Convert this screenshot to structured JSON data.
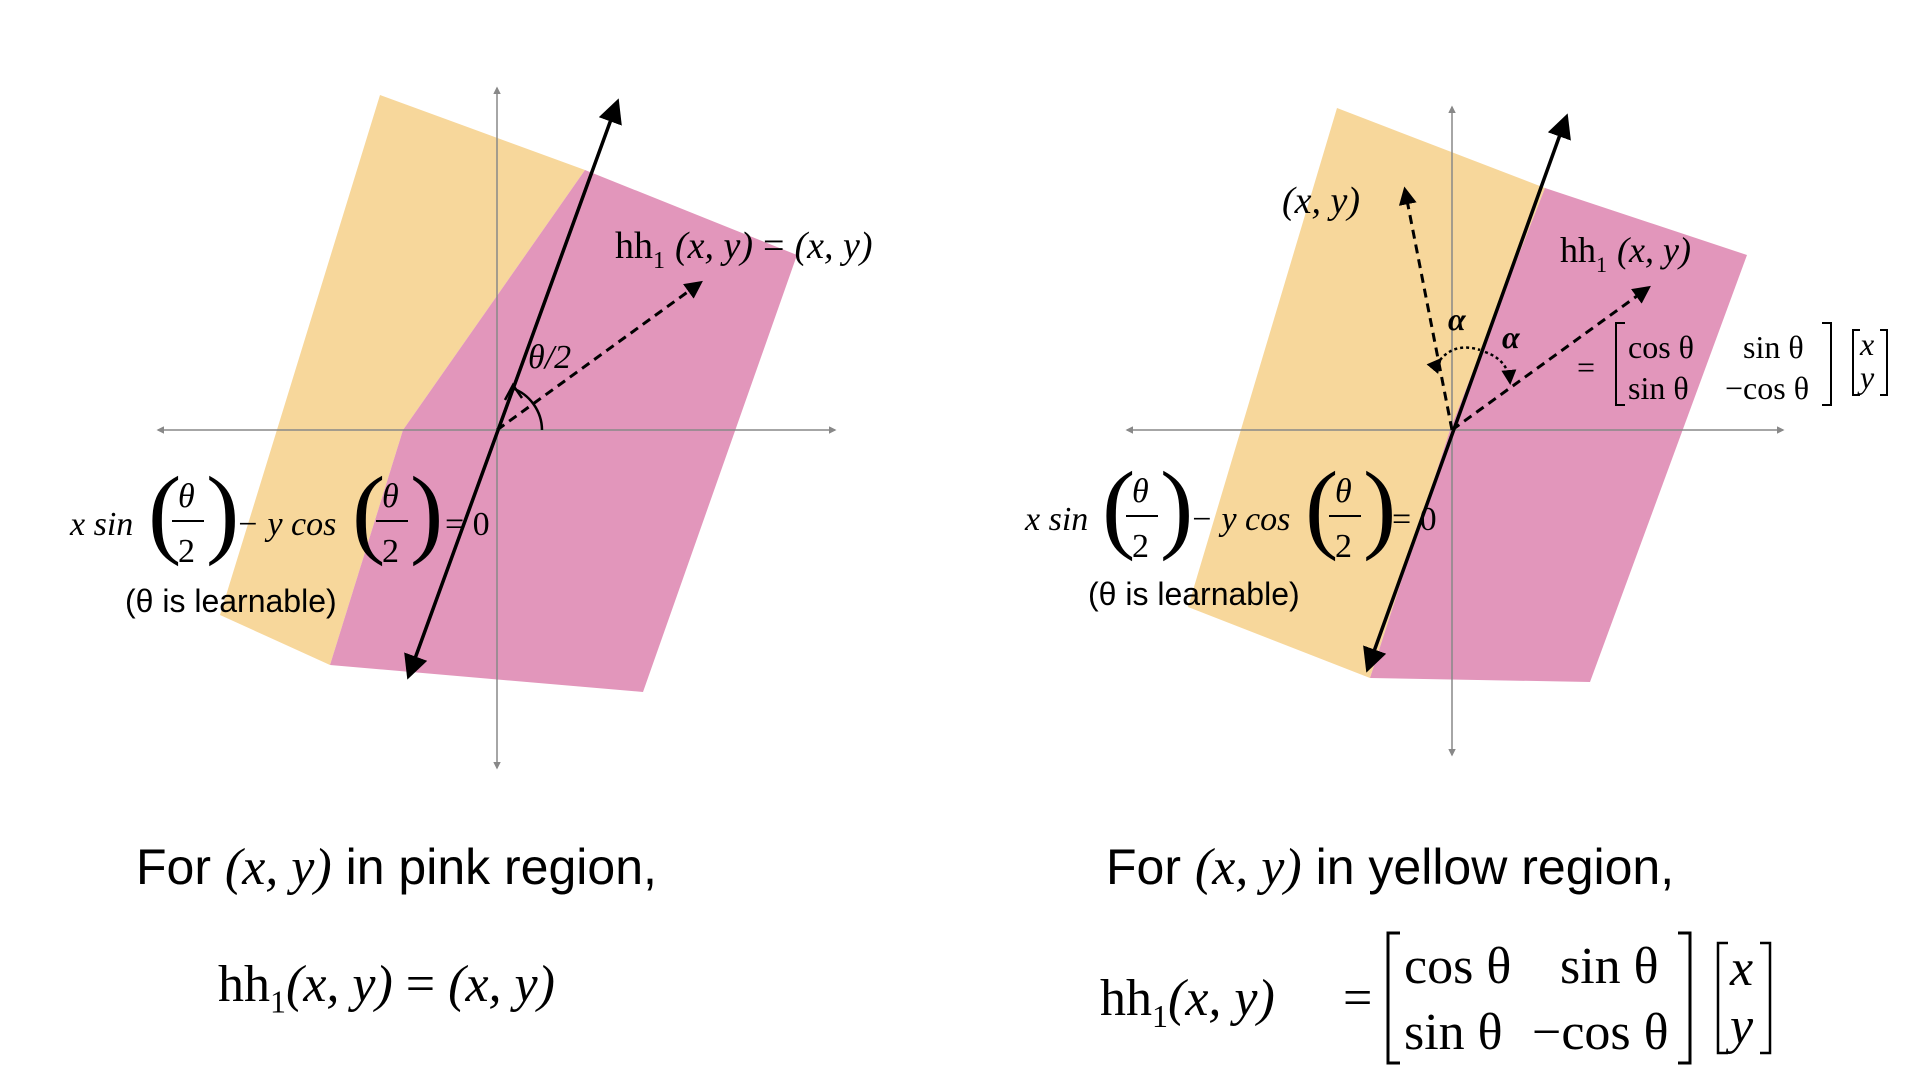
{
  "colors": {
    "pink_region": "#e296bb",
    "yellow_region": "#f7d79b",
    "axis": "#888888",
    "line": "#000000"
  },
  "left_panel": {
    "map_label": {
      "fn": "hh",
      "sub": "1",
      "args": "(x, y)",
      "eq": "=",
      "result": "(x, y)"
    },
    "angle_label": "θ/2",
    "line_eq": {
      "prefix": "x sin",
      "theta": "θ",
      "two": "2",
      "minus": "− y cos",
      "equals": "= 0"
    },
    "note": "(θ is learnable)"
  },
  "right_panel": {
    "point_label": "(x, y)",
    "alpha_left": "α",
    "alpha_right": "α",
    "map_label": {
      "fn": "hh",
      "sub": "1",
      "args": "(x, y)"
    },
    "matrix_eq": "=",
    "matrix": [
      [
        "cos θ",
        "sin θ"
      ],
      [
        "sin θ",
        "−cos θ"
      ]
    ],
    "vector": [
      "x",
      "y"
    ],
    "line_eq": {
      "prefix": "x sin",
      "theta": "θ",
      "two": "2",
      "minus": "− y cos",
      "equals": "= 0"
    },
    "note": "(θ is learnable)"
  },
  "captions": {
    "left": {
      "pre": "For ",
      "math": "(x, y)",
      "post": " in pink region,"
    },
    "right": {
      "pre": "For ",
      "math": "(x, y)",
      "post": " in yellow region,"
    }
  },
  "formulas": {
    "left": {
      "fn": "hh",
      "sub": "1",
      "args": "(x, y)",
      "eq": "=",
      "result": "(x, y)"
    },
    "right": {
      "fn": "hh",
      "sub": "1",
      "args": "(x, y)",
      "eq": "=",
      "matrix": [
        [
          "cos θ",
          "sin θ"
        ],
        [
          "sin θ",
          "−cos θ"
        ]
      ],
      "vector": [
        "x",
        "y"
      ]
    }
  }
}
